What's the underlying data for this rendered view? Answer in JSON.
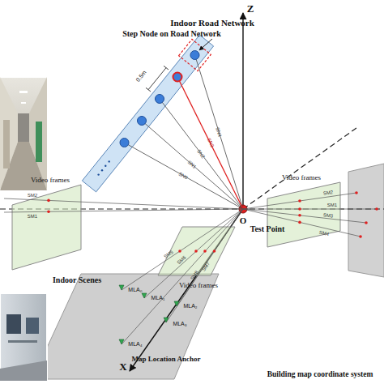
{
  "diagram": {
    "nodes": [
      {
        "text": [
          "Indoor Road Network"
        ]
      },
      {
        "text": [
          "Video frames"
        ]
      },
      {
        "text": [
          "Video frames"
        ]
      },
      {
        "text": [
          "O",
          "Test Point"
        ]
      },
      {
        "text": [
          "Video frames"
        ]
      }
    ],
    "labels": [
      "Z",
      "Step Node on Road Network",
      "0.5m",
      "SN4",
      "SN3",
      "SN2",
      "SN1",
      "SN0",
      "SM2",
      "SM1",
      "SM2",
      "SM1",
      "SM3",
      "SM4",
      "SM5",
      "SM6",
      "SM7",
      "SM8",
      "Indoor Scenes",
      "X",
      "MLA₀",
      "MLA₁",
      "MLA₂",
      "MLA₃",
      "MLA₄",
      "Map Location Anchor",
      "Building map coordinate system"
    ]
  }
}
